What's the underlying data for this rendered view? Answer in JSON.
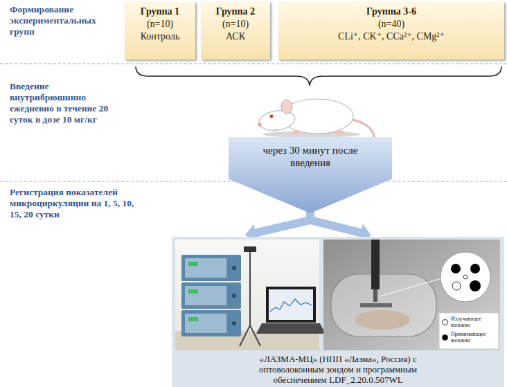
{
  "diagram": {
    "nodes": [
      {
        "text": [
          "Группа 1",
          "(n=10)",
          "Контроль"
        ]
      },
      {
        "text": [
          "Группа 2",
          "(n=10)",
          "АСК"
        ]
      },
      {
        "text": [
          "Группы 3-6",
          "(n=40)",
          "CLi⁺, CK⁺, CCa²⁺, CMg²⁺"
        ]
      },
      {
        "text": [
          "через 30 минут после введения"
        ]
      },
      {
        "text": [
          "«ЛАЗМА-МЦ» (НПП «Лазма», Россия) с оптоволоконным зондом и программным обеспечением LDF_2.20.0.507WL"
        ]
      }
    ],
    "edges": [
      {
        "from": 3,
        "to": 4,
        "arrow": "to"
      }
    ],
    "labels": [
      "Формирование экспериментальных групп",
      "Введение внутрибрюшинно ежедневно в течение 20 суток в дозе 10 мг/кг",
      "Регистрация показателей микроциркуляции на 1, 5, 10, 15, 20 сутки"
    ],
    "legend": [
      {
        "text": "Излучающее волокно",
        "color": "#ffffff"
      },
      {
        "text": "Принимающее волокно",
        "color": "#000000"
      }
    ]
  }
}
